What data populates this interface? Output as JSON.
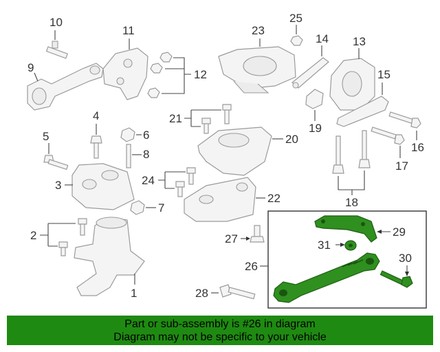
{
  "callouts": {
    "c1": "1",
    "c2": "2",
    "c3": "3",
    "c4": "4",
    "c5": "5",
    "c6": "6",
    "c7": "7",
    "c8": "8",
    "c9": "9",
    "c10": "10",
    "c11": "11",
    "c12": "12",
    "c13": "13",
    "c14": "14",
    "c15": "15",
    "c16": "16",
    "c17": "17",
    "c18": "18",
    "c19": "19",
    "c20": "20",
    "c21": "21",
    "c22": "22",
    "c23": "23",
    "c24": "24",
    "c25": "25",
    "c26": "26",
    "c27": "27",
    "c28": "28",
    "c29": "29",
    "c30": "30",
    "c31": "31"
  },
  "highlight_color": "#2f8f1f",
  "banner": {
    "line1": "Part or sub-assembly is #26 in diagram",
    "line2": "Diagram may not be specific to your vehicle",
    "color": "#1f8a11"
  }
}
